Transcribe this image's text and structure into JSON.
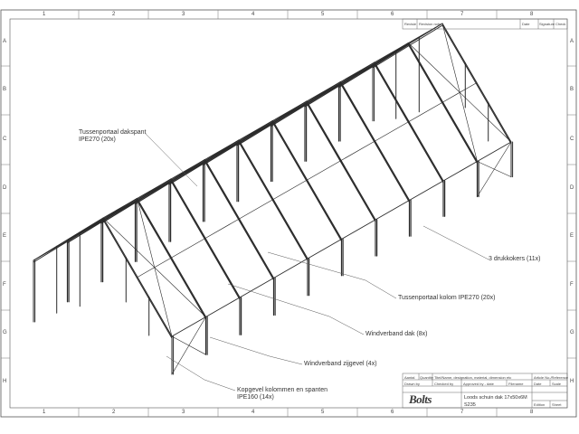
{
  "frame": {
    "columns": [
      "1",
      "2",
      "3",
      "4",
      "5",
      "6",
      "7",
      "8"
    ],
    "rows": [
      "A",
      "B",
      "C",
      "D",
      "E",
      "F",
      "G",
      "H"
    ]
  },
  "labels": {
    "tussenportaal_dakspant_1": "Tussenportaal dakspant",
    "tussenportaal_dakspant_2": "IPE270 (20x)",
    "drukkokers": "3 drukkokers (11x)",
    "tussenportaal_kolom": "Tussenportaal kolom IPE270 (20x)",
    "windverband_dak": "Windverband dak (8x)",
    "windverband_zijgevel": "Windverband zijgevel (4x)",
    "kopgevel_1": "Kopgevel kolommen en spanten",
    "kopgevel_2": "IPE160 (14x)"
  },
  "title_block_top": {
    "revisie": "Revisie",
    "revision_note": "Revision note",
    "date": "Date",
    "signature": "Signature",
    "check": "Check"
  },
  "title_block": {
    "aantal": "Aantal",
    "quantity": "Quantity",
    "titel_naam": "Titel/Name, designation, material, dimension etc",
    "artikel_nr": "Article No./Reference",
    "drawn_by": "Drawn by",
    "checked_by": "Checked by",
    "approved_by": "Approved by - date",
    "filename": "Filename",
    "date": "Date",
    "scale": "Scale",
    "title": "Loods schuin dak 17x50x6M",
    "number": "S235",
    "edition": "Edition",
    "sheet": "Sheet",
    "logo": "Bolts"
  }
}
